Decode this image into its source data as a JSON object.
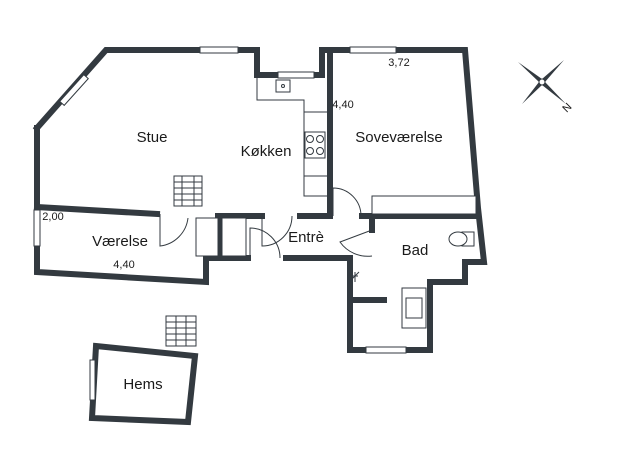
{
  "rooms": {
    "stue": "Stue",
    "kokken": "Køkken",
    "sovevaerelse": "Soveværelse",
    "entre": "Entrè",
    "vaerelse": "Værelse",
    "bad": "Bad",
    "hems": "Hems"
  },
  "dimensions": {
    "sovevaerelse_width": "3,72",
    "kokken_length": "4,40",
    "vaerelse_depth": "2,00",
    "vaerelse_width": "4,40"
  },
  "compass": {
    "icon": "compass-rose-icon",
    "north_letter": "N"
  },
  "colors": {
    "wall": "#333a40",
    "background": "#ffffff"
  }
}
